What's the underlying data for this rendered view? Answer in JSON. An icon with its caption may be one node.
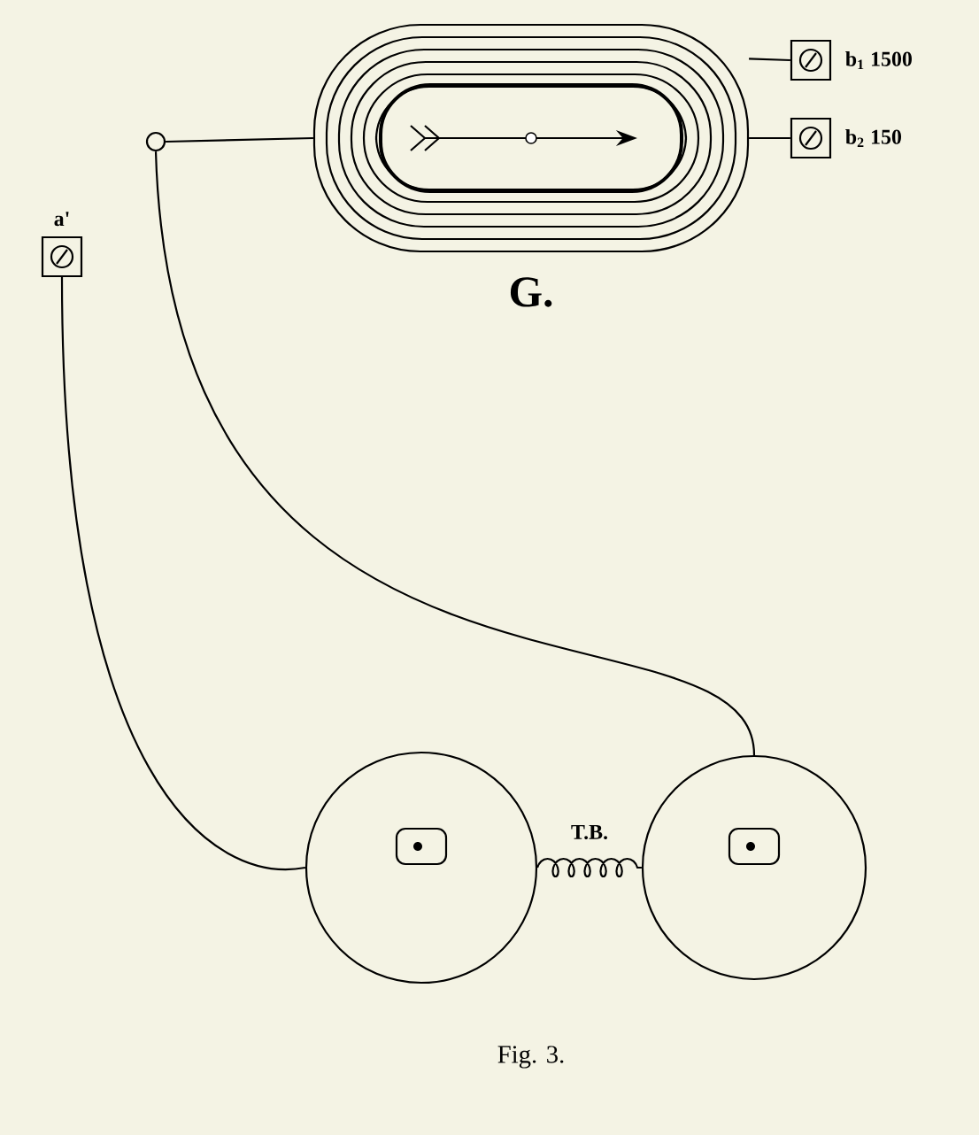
{
  "diagram": {
    "caption": "Fig. 3.",
    "nodes": [
      {
        "text": [],
        "shape": "picture",
        "beside": [
          "G."
        ]
      },
      {
        "text": [
          "b$_{1}$ 1500"
        ]
      },
      {
        "text": [
          "b$_{2}$ 150"
        ]
      },
      {
        "text": [
          "a'"
        ]
      },
      {
        "text": [],
        "shape": "circle"
      },
      {
        "text": [],
        "shape": "circle"
      },
      {
        "text": [],
        "shape": "circle"
      }
    ],
    "edges": [
      {
        "from": 0,
        "to": 1,
        "arrow": "none"
      },
      {
        "from": 0,
        "to": 2,
        "arrow": "none"
      },
      {
        "from": 4,
        "to": 0,
        "arrow": "none"
      },
      {
        "from": 4,
        "to": 6,
        "arrow": "none"
      },
      {
        "from": 3,
        "to": 5,
        "arrow": "none"
      },
      {
        "from": 5,
        "to": 6,
        "arrow": "none"
      }
    ],
    "labels": [
      "T.B."
    ]
  }
}
